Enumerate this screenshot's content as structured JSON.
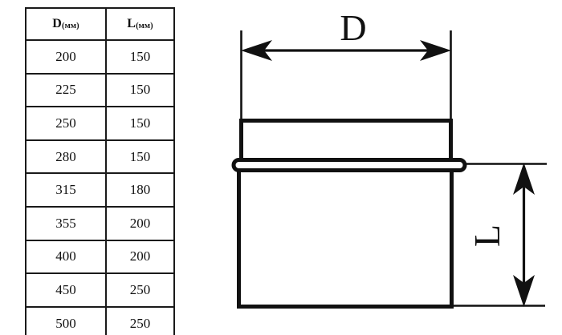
{
  "table": {
    "name": "pipe-dimension-table",
    "columns": [
      {
        "symbol": "D",
        "unit": "(мм)"
      },
      {
        "symbol": "L",
        "unit": "(мм)"
      }
    ],
    "rows": [
      {
        "D": "200",
        "L": "150"
      },
      {
        "D": "225",
        "L": "150"
      },
      {
        "D": "250",
        "L": "150"
      },
      {
        "D": "280",
        "L": "150"
      },
      {
        "D": "315",
        "L": "180"
      },
      {
        "D": "355",
        "L": "200"
      },
      {
        "D": "400",
        "L": "200"
      },
      {
        "D": "450",
        "L": "250"
      },
      {
        "D": "500",
        "L": "250"
      }
    ]
  },
  "drawing": {
    "title": "pipe-coupling-cross-section",
    "dimensions": {
      "horizontal_label": "D",
      "vertical_label": "L"
    },
    "colors": {
      "line": "#111111",
      "background": "#ffffff"
    }
  }
}
